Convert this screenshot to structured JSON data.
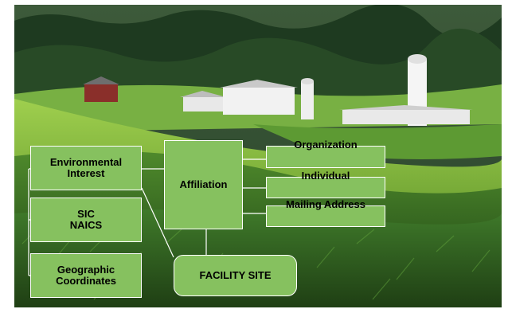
{
  "boxes": {
    "environmental_interest": "Environmental\nInterest",
    "sic_naics": "SIC\nNAICS",
    "geographic_coordinates": "Geographic\nCoordinates",
    "affiliation": "Affiliation",
    "facility_site": "FACILITY SITE",
    "organization": "Organization",
    "individual": "Individual",
    "mailing_address": "Mailing Address"
  },
  "colors": {
    "box_fill": "#86c15f",
    "box_border": "#ffffff",
    "connector": "#ffffff"
  }
}
